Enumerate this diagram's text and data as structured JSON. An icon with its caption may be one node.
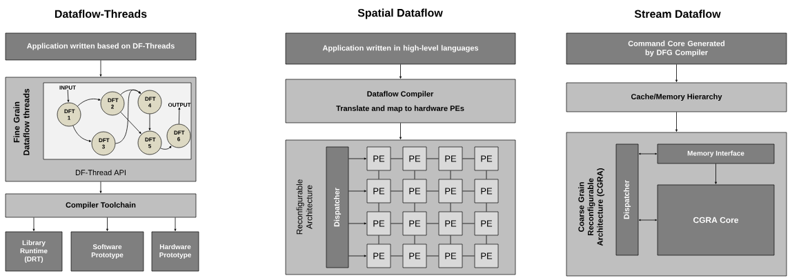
{
  "diagram": {
    "nodes": [
      {
        "text": [
          "Application written based on DF-Threads"
        ]
      },
      {
        "text": [
          "Fine Grain Dataflow threads",
          "DF-Thread API"
        ]
      },
      {
        "text": [],
        "shape": "box",
        "in": 1
      },
      {
        "text": [
          "INPUT"
        ],
        "in": 2
      },
      {
        "text": [
          "DFT 1"
        ],
        "in": 2
      },
      {
        "text": [
          "DFT 2"
        ],
        "in": 2
      },
      {
        "text": [
          "DFT 3"
        ],
        "in": 2
      },
      {
        "text": [
          "DFT 4"
        ],
        "in": 2
      },
      {
        "text": [
          "DFT 5"
        ],
        "in": 2
      },
      {
        "text": [
          "DFT 6"
        ],
        "in": 2
      },
      {
        "text": [
          "OUTPUT"
        ],
        "in": 2
      },
      {
        "text": [
          "Compiler Toolchain"
        ]
      },
      {
        "text": [
          "Library Runtime (DRT)"
        ]
      },
      {
        "text": [
          "Software Prototype"
        ]
      },
      {
        "text": [
          "Hardware Prototype"
        ]
      },
      {
        "text": [
          "Application written in high-level languages"
        ]
      },
      {
        "text": [
          "Dataflow Compiler",
          "Translate and map to hardware PEs"
        ]
      },
      {
        "text": [
          "Reconfigurable Architecture"
        ]
      },
      {
        "text": [
          "Dispatcher"
        ],
        "in": 17
      },
      {
        "text": [
          "PE"
        ],
        "in": 17
      },
      {
        "text": [
          "PE"
        ],
        "in": 17
      },
      {
        "text": [
          "PE"
        ],
        "in": 17
      },
      {
        "text": [
          "PE"
        ],
        "in": 17
      },
      {
        "text": [
          "PE"
        ],
        "in": 17
      },
      {
        "text": [
          "PE"
        ],
        "in": 17
      },
      {
        "text": [
          "PE"
        ],
        "in": 17
      },
      {
        "text": [
          "PE"
        ],
        "in": 17
      },
      {
        "text": [
          "PE"
        ],
        "in": 17
      },
      {
        "text": [
          "PE"
        ],
        "in": 17
      },
      {
        "text": [
          "PE"
        ],
        "in": 17
      },
      {
        "text": [
          "PE"
        ],
        "in": 17
      },
      {
        "text": [
          "PE"
        ],
        "in": 17
      },
      {
        "text": [
          "PE"
        ],
        "in": 17
      },
      {
        "text": [
          "PE"
        ],
        "in": 17
      },
      {
        "text": [
          "PE"
        ],
        "in": 17
      },
      {
        "text": [
          "Command Core Generated by DFG Compiler"
        ]
      },
      {
        "text": [
          "Cache/Memory Hierarchy"
        ]
      },
      {
        "text": [
          "Coarse Grain Reconfigurable Architecture (CGRA)"
        ]
      },
      {
        "text": [
          "Dispatcher"
        ],
        "in": 37
      },
      {
        "text": [
          "Memory Interface"
        ],
        "in": 37
      },
      {
        "text": [
          "CGRA Core"
        ],
        "in": 37
      }
    ],
    "edges": [
      {
        "from": 0,
        "to": 1,
        "arrow": "to"
      },
      {
        "from": 1,
        "to": 11,
        "arrow": "to"
      },
      {
        "from": 11,
        "to": 12,
        "arrow": "to"
      },
      {
        "from": 11,
        "to": 13,
        "arrow": "to"
      },
      {
        "from": 11,
        "to": 14,
        "arrow": "to"
      },
      {
        "from": 3,
        "to": 4,
        "arrow": "to"
      },
      {
        "from": 4,
        "to": 5,
        "arrow": "to"
      },
      {
        "from": 4,
        "to": 6,
        "arrow": "to"
      },
      {
        "from": 5,
        "to": 7,
        "arrow": "to"
      },
      {
        "from": 5,
        "to": 8,
        "arrow": "to"
      },
      {
        "from": 6,
        "to": 7,
        "arrow": "to"
      },
      {
        "from": 7,
        "to": 8,
        "arrow": "to"
      },
      {
        "from": 8,
        "to": 9,
        "arrow": "to"
      },
      {
        "from": 9,
        "to": 10,
        "arrow": "to"
      },
      {
        "from": 15,
        "to": 16,
        "arrow": "to"
      },
      {
        "from": 16,
        "to": 17,
        "arrow": "to"
      },
      {
        "from": 18,
        "to": 19,
        "arrow": "to"
      },
      {
        "from": 18,
        "to": 23,
        "arrow": "to"
      },
      {
        "from": 18,
        "to": 27,
        "arrow": "to"
      },
      {
        "from": 18,
        "to": 31,
        "arrow": "to"
      },
      {
        "from": 19,
        "to": 20,
        "arrow": "none"
      },
      {
        "from": 20,
        "to": 21,
        "arrow": "none"
      },
      {
        "from": 21,
        "to": 22,
        "arrow": "none"
      },
      {
        "from": 23,
        "to": 24,
        "arrow": "none"
      },
      {
        "from": 24,
        "to": 25,
        "arrow": "none"
      },
      {
        "from": 25,
        "to": 26,
        "arrow": "none"
      },
      {
        "from": 27,
        "to": 28,
        "arrow": "none"
      },
      {
        "from": 28,
        "to": 29,
        "arrow": "none"
      },
      {
        "from": 29,
        "to": 30,
        "arrow": "none"
      },
      {
        "from": 31,
        "to": 32,
        "arrow": "none"
      },
      {
        "from": 32,
        "to": 33,
        "arrow": "none"
      },
      {
        "from": 33,
        "to": 34,
        "arrow": "none"
      },
      {
        "from": 19,
        "to": 23,
        "arrow": "none"
      },
      {
        "from": 20,
        "to": 24,
        "arrow": "none"
      },
      {
        "from": 21,
        "to": 25,
        "arrow": "none"
      },
      {
        "from": 22,
        "to": 26,
        "arrow": "none"
      },
      {
        "from": 23,
        "to": 27,
        "arrow": "none"
      },
      {
        "from": 24,
        "to": 28,
        "arrow": "none"
      },
      {
        "from": 25,
        "to": 29,
        "arrow": "none"
      },
      {
        "from": 26,
        "to": 30,
        "arrow": "none"
      },
      {
        "from": 27,
        "to": 31,
        "arrow": "none"
      },
      {
        "from": 28,
        "to": 32,
        "arrow": "none"
      },
      {
        "from": 29,
        "to": 33,
        "arrow": "none"
      },
      {
        "from": 30,
        "to": 34,
        "arrow": "none"
      },
      {
        "from": 35,
        "to": 36,
        "arrow": "to"
      },
      {
        "from": 36,
        "to": 37,
        "arrow": "to"
      },
      {
        "from": 38,
        "to": 39,
        "arrow": "both"
      },
      {
        "from": 38,
        "to": 40,
        "arrow": "both"
      },
      {
        "from": 39,
        "to": 40,
        "arrow": "to"
      }
    ],
    "labels": [
      "Dataflow-Threads",
      "Spatial Dataflow",
      "Stream Dataflow"
    ]
  }
}
